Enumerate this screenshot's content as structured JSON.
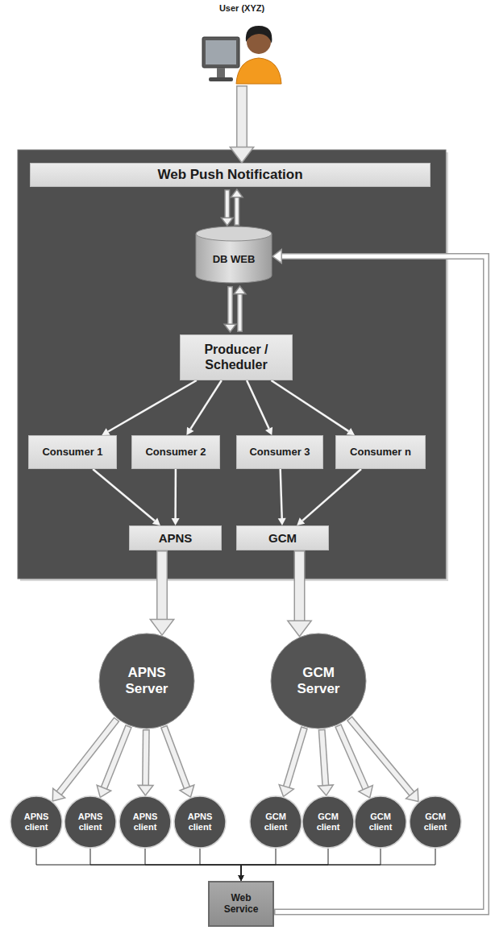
{
  "diagram": {
    "nodes": [
      {
        "text": [
          "User (XYZ)"
        ]
      },
      {
        "text": [
          "Web Push Notification"
        ]
      },
      {
        "text": [
          "DB WEB"
        ]
      },
      {
        "text": [
          "Producer / Scheduler"
        ]
      },
      {
        "text": [
          "Consumer 1"
        ]
      },
      {
        "text": [
          "Consumer 2"
        ]
      },
      {
        "text": [
          "Consumer 3"
        ]
      },
      {
        "text": [
          "Consumer n"
        ]
      },
      {
        "text": [
          "APNS"
        ]
      },
      {
        "text": [
          "GCM"
        ]
      },
      {
        "text": [
          "APNS Server"
        ]
      },
      {
        "text": [
          "GCM Server"
        ]
      },
      {
        "text": [
          "APNS client"
        ]
      },
      {
        "text": [
          "APNS client"
        ]
      },
      {
        "text": [
          "APNS client"
        ]
      },
      {
        "text": [
          "APNS client"
        ]
      },
      {
        "text": [
          "GCM client"
        ]
      },
      {
        "text": [
          "GCM client"
        ]
      },
      {
        "text": [
          "GCM client"
        ]
      },
      {
        "text": [
          "GCM client"
        ]
      },
      {
        "text": [
          "Web Service"
        ]
      }
    ],
    "edges": [
      {
        "from": 0,
        "to": 1,
        "arrow": "to"
      },
      {
        "from": 1,
        "to": 2,
        "arrow": "to"
      },
      {
        "from": 2,
        "to": 1,
        "arrow": "to"
      },
      {
        "from": 2,
        "to": 3,
        "arrow": "to"
      },
      {
        "from": 3,
        "to": 2,
        "arrow": "to"
      },
      {
        "from": 3,
        "to": 4,
        "arrow": "to"
      },
      {
        "from": 3,
        "to": 5,
        "arrow": "to"
      },
      {
        "from": 3,
        "to": 6,
        "arrow": "to"
      },
      {
        "from": 3,
        "to": 7,
        "arrow": "to"
      },
      {
        "from": 4,
        "to": 8,
        "arrow": "to"
      },
      {
        "from": 5,
        "to": 8,
        "arrow": "to"
      },
      {
        "from": 6,
        "to": 9,
        "arrow": "to"
      },
      {
        "from": 7,
        "to": 9,
        "arrow": "to"
      },
      {
        "from": 8,
        "to": 10,
        "arrow": "to"
      },
      {
        "from": 9,
        "to": 11,
        "arrow": "to"
      },
      {
        "from": 10,
        "to": 12,
        "arrow": "to"
      },
      {
        "from": 10,
        "to": 13,
        "arrow": "to"
      },
      {
        "from": 10,
        "to": 14,
        "arrow": "to"
      },
      {
        "from": 10,
        "to": 15,
        "arrow": "to"
      },
      {
        "from": 11,
        "to": 16,
        "arrow": "to"
      },
      {
        "from": 11,
        "to": 17,
        "arrow": "to"
      },
      {
        "from": 11,
        "to": 18,
        "arrow": "to"
      },
      {
        "from": 11,
        "to": 19,
        "arrow": "to"
      },
      {
        "from": 12,
        "to": 20,
        "arrow": "to"
      },
      {
        "from": 13,
        "to": 20,
        "arrow": "to"
      },
      {
        "from": 14,
        "to": 20,
        "arrow": "to"
      },
      {
        "from": 15,
        "to": 20,
        "arrow": "to"
      },
      {
        "from": 16,
        "to": 20,
        "arrow": "to"
      },
      {
        "from": 17,
        "to": 20,
        "arrow": "to"
      },
      {
        "from": 18,
        "to": 20,
        "arrow": "to"
      },
      {
        "from": 19,
        "to": 20,
        "arrow": "to"
      },
      {
        "from": 20,
        "to": 2,
        "arrow": "to"
      }
    ]
  }
}
